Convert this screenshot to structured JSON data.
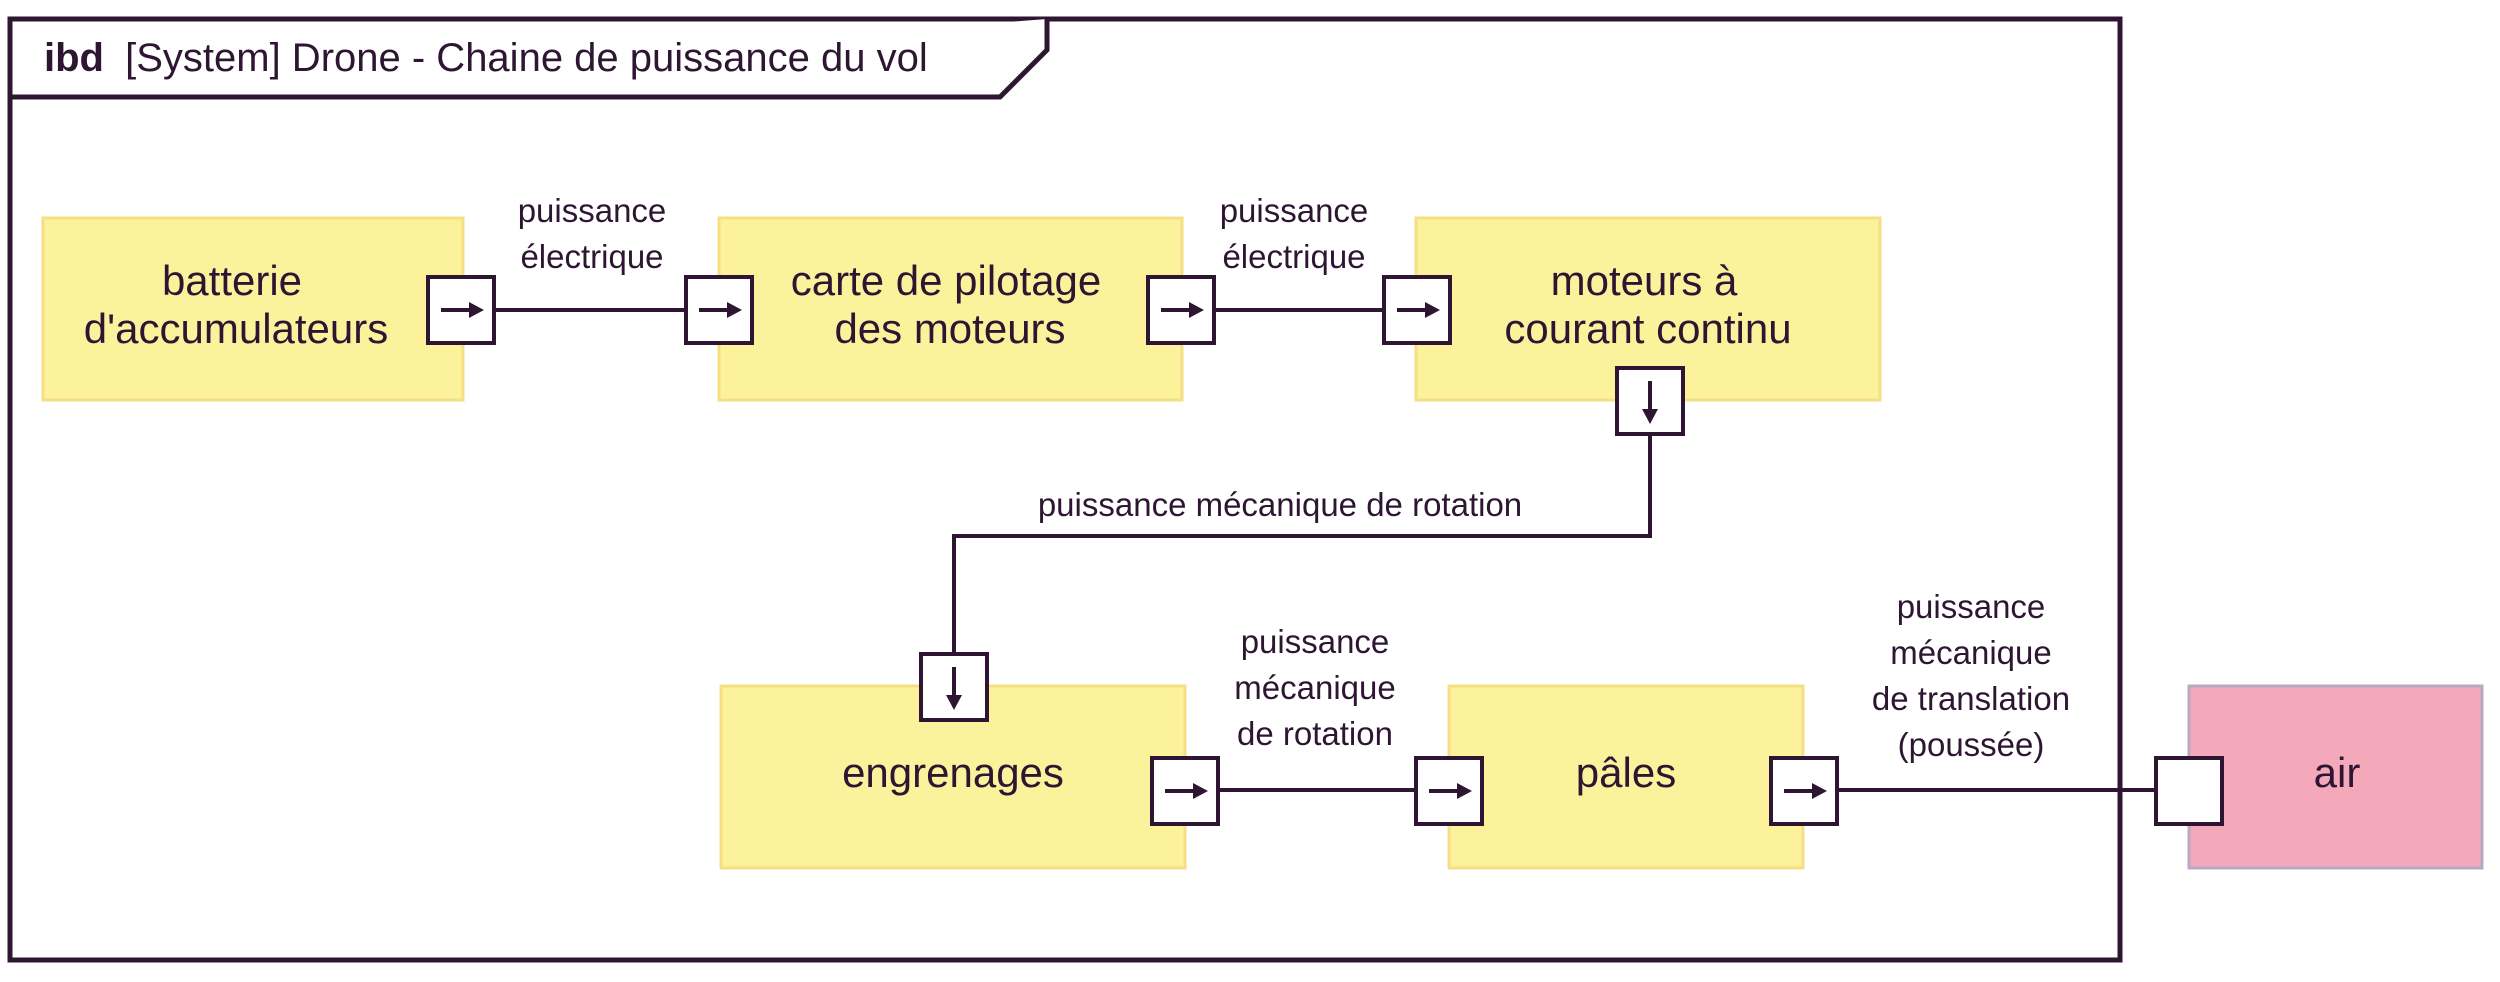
{
  "frame": {
    "kind": "ibd",
    "title": "[System] Drone - Chaine de puissance du vol"
  },
  "colors": {
    "outline": "#2e1633",
    "part_fill": "#fdf29c",
    "part_border": "#f6df83",
    "external_fill": "#f4a9ba",
    "external_border": "#b9a8c2"
  },
  "blocks": {
    "batterie": {
      "line1": "batterie",
      "line2": "d'accumulateurs"
    },
    "carte": {
      "line1": "carte de pilotage",
      "line2": "des moteurs"
    },
    "moteurs": {
      "line1": "moteurs à",
      "line2": "courant continu"
    },
    "engrenages": {
      "line1": "engrenages"
    },
    "pales": {
      "line1": "pâles"
    },
    "air": {
      "line1": "air"
    }
  },
  "flows": {
    "elec1": {
      "line1": "puissance",
      "line2": "électrique"
    },
    "elec2": {
      "line1": "puissance",
      "line2": "électrique"
    },
    "rotation1": {
      "line1": "puissance mécanique de rotation"
    },
    "rotation2": {
      "line1": "puissance",
      "line2": "mécanique",
      "line3": "de rotation"
    },
    "translation": {
      "line1": "puissance",
      "line2": "mécanique",
      "line3": "de translation",
      "line4": "(poussée)"
    }
  }
}
